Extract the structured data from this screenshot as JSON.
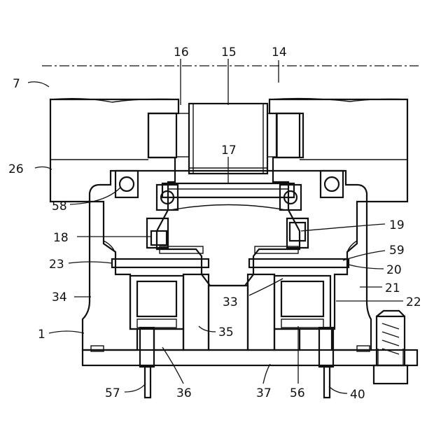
{
  "labels": {
    "l7": "7",
    "l16": "16",
    "l15": "15",
    "l14": "14",
    "l17": "17",
    "l26": "26",
    "l58": "58",
    "l18": "18",
    "l19": "19",
    "l59": "59",
    "l23": "23",
    "l20": "20",
    "l34": "34",
    "l21": "21",
    "l33": "33",
    "l22": "22",
    "l1": "1",
    "l35": "35",
    "l57": "57",
    "l36": "36",
    "l37": "37",
    "l56": "56",
    "l40": "40"
  }
}
